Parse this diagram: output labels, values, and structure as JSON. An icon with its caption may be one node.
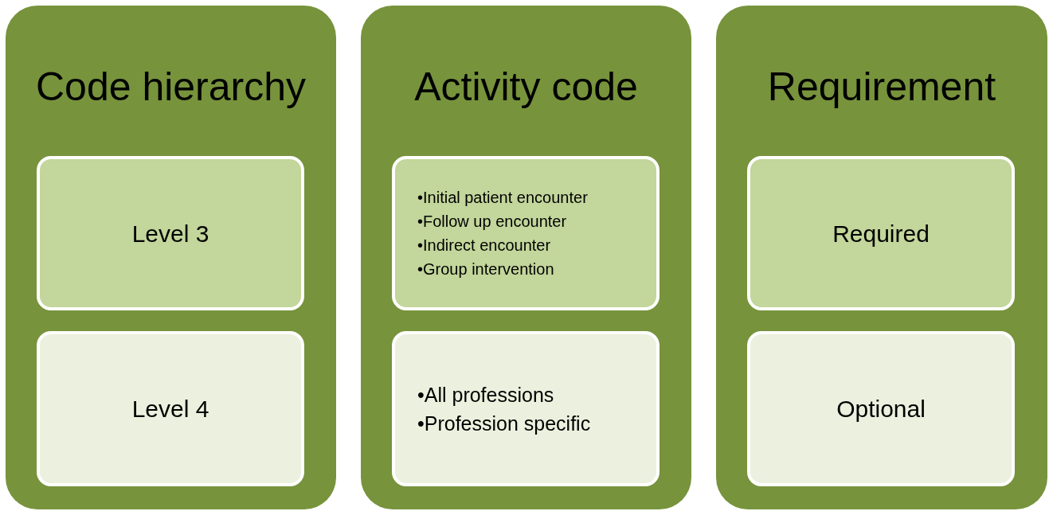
{
  "diagram": {
    "nodes": [
      {
        "text": [
          "Code hierarchy"
        ]
      },
      {
        "text": [
          "Level 3"
        ],
        "in": 0
      },
      {
        "text": [
          "Level 4"
        ],
        "in": 0
      },
      {
        "text": [
          "Activity code"
        ]
      },
      {
        "text": [
          "•Initial patient encounter",
          "•Follow up encounter",
          "•Indirect encounter",
          "•Group intervention"
        ],
        "in": 3
      },
      {
        "text": [
          "•All professions",
          "•Profession specific"
        ],
        "in": 3
      },
      {
        "text": [
          "Requirement"
        ]
      },
      {
        "text": [
          "Required"
        ],
        "in": 6
      },
      {
        "text": [
          "Optional"
        ],
        "in": 6
      }
    ]
  }
}
